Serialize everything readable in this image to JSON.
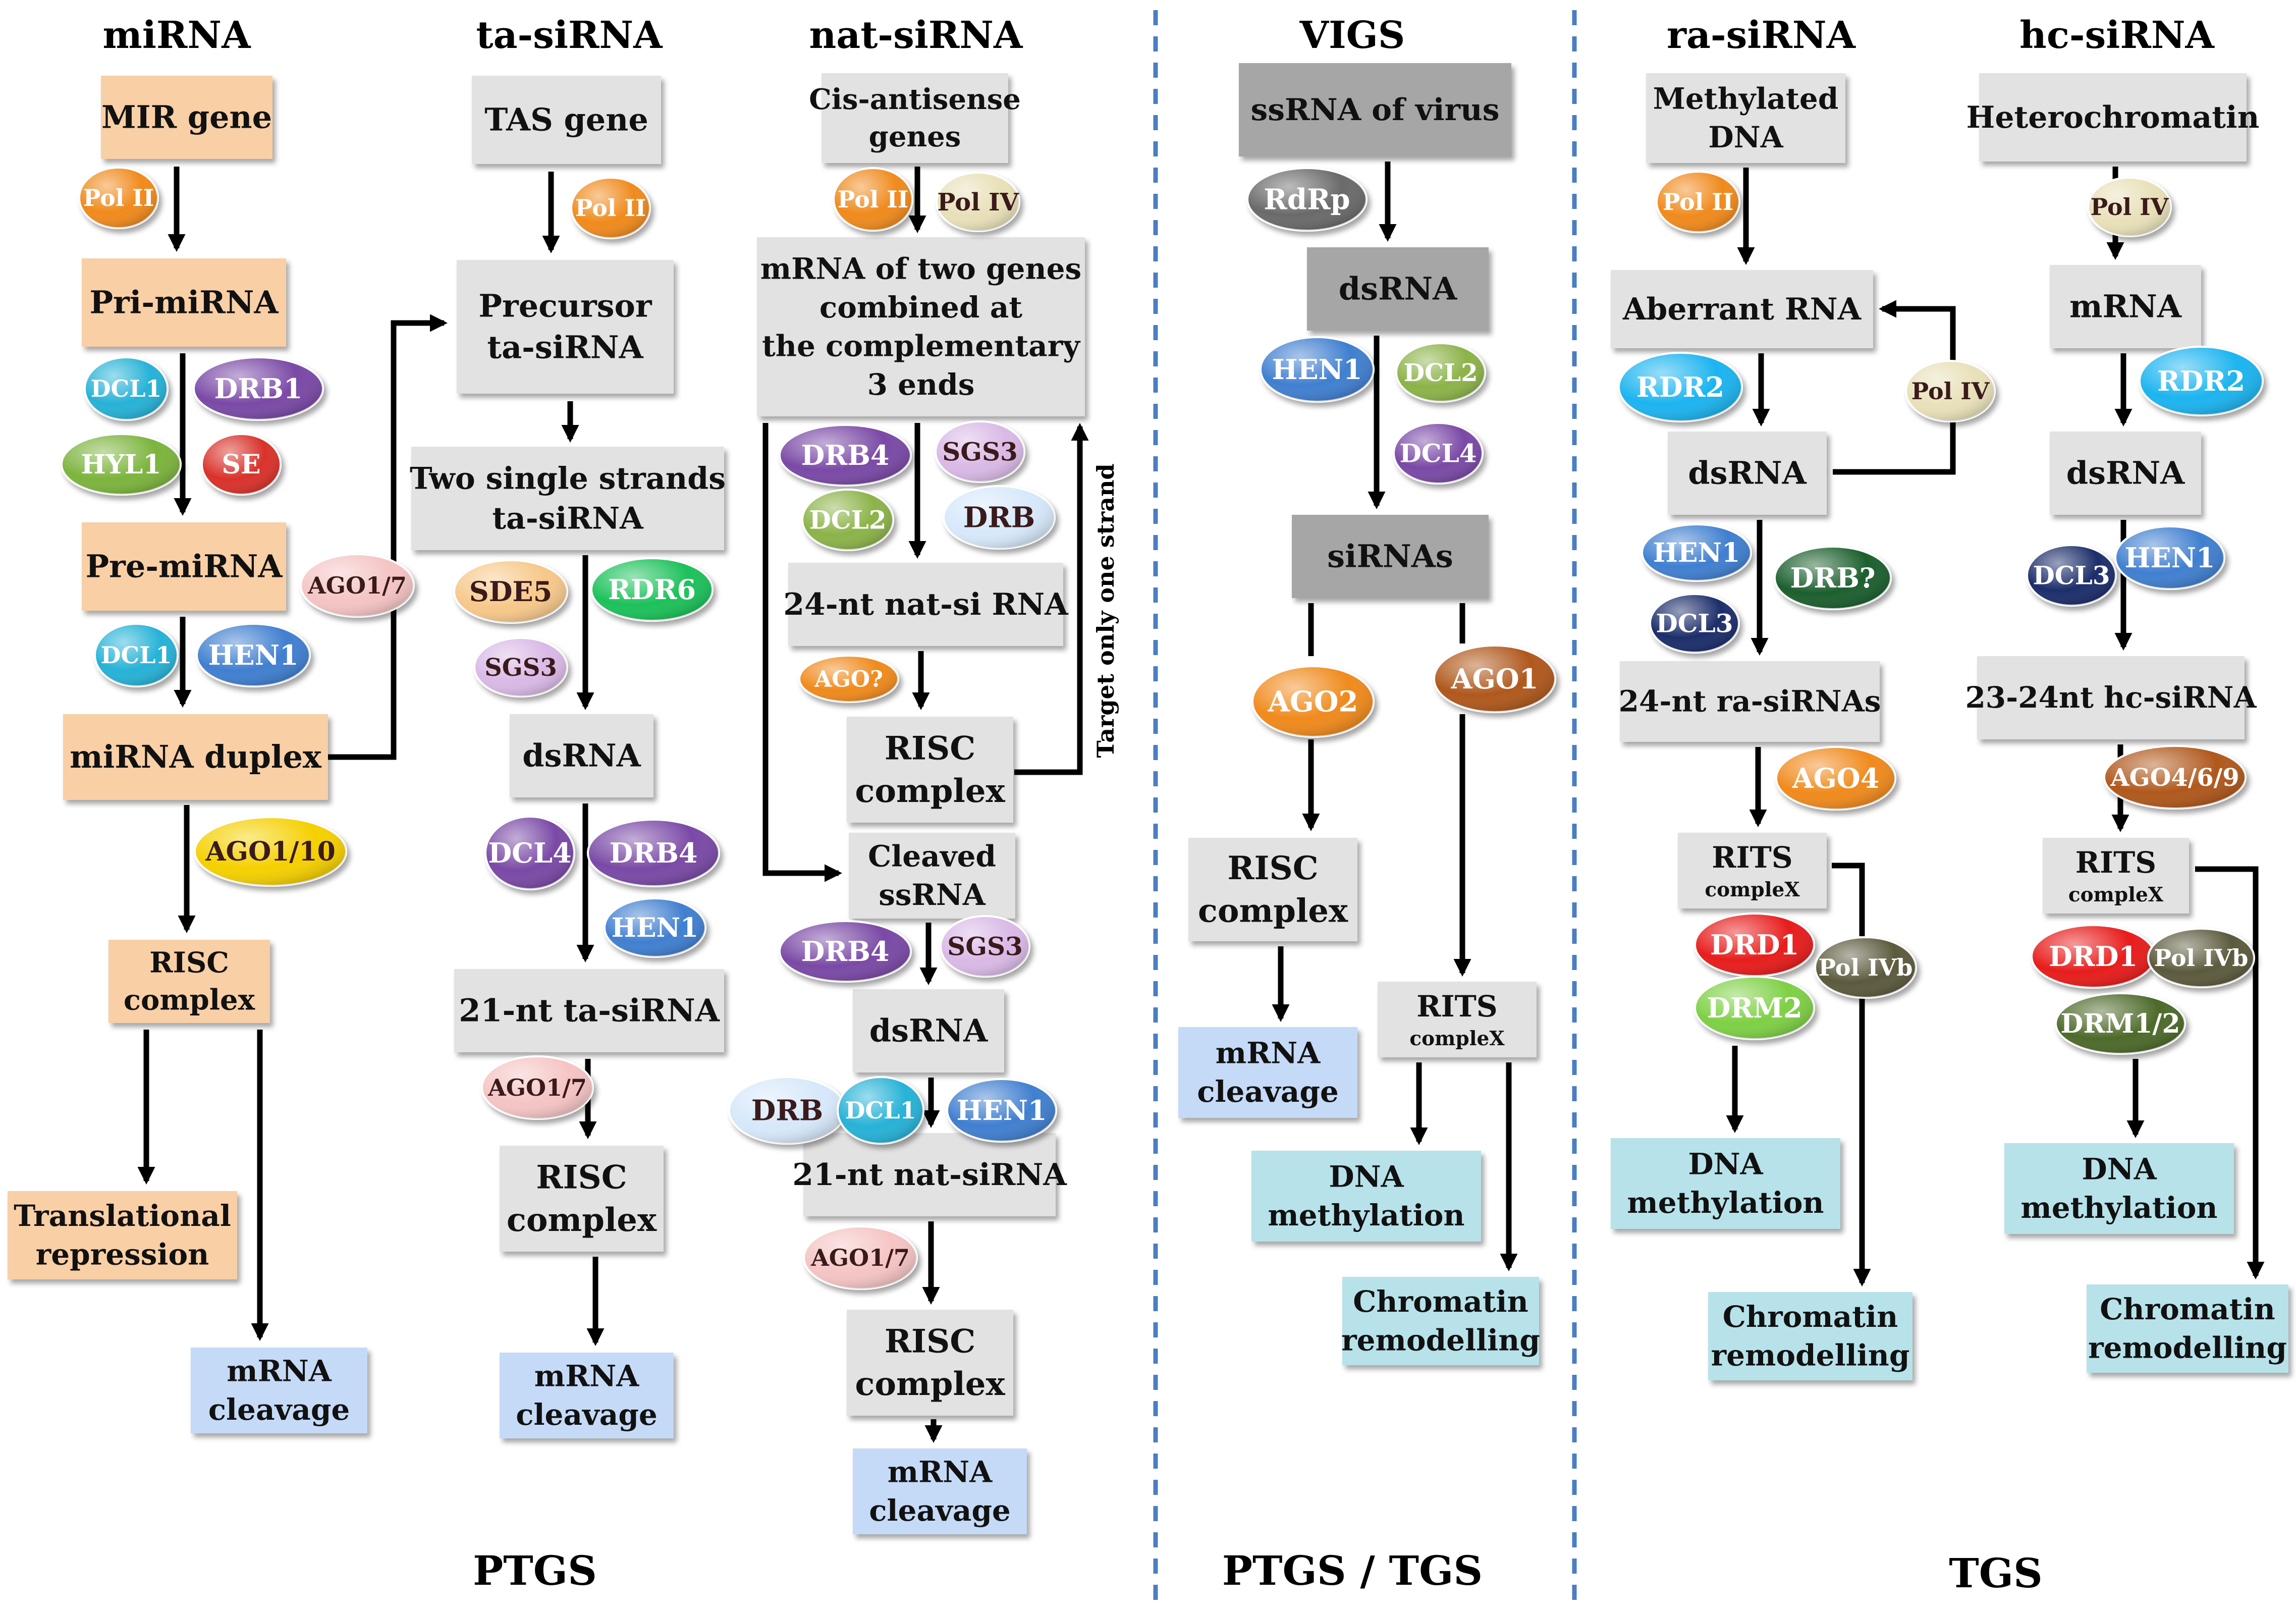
{
  "colors": {
    "mirna_box": "#f9cfa6",
    "gray_box": "#e2e2e2",
    "dark_box": "#a6a6a6",
    "blue_box": "#c5daf7",
    "teal_box": "#b7e2ea",
    "divider": "#4a7ec2",
    "arrow": "#000000"
  },
  "headers": {
    "mirna": "miRNA",
    "tasirna": "ta-siRNA",
    "natsirna": "nat-siRNA",
    "vigs": "VIGS",
    "rasirna": "ra-siRNA",
    "hcsirna": "hc-siRNA"
  },
  "footers": {
    "ptgs": "PTGS",
    "ptgs_tgs": "PTGS / TGS",
    "tgs": "TGS"
  },
  "side_label": "Target only one strand",
  "boxes": {
    "mir_gene": [
      "MIR gene"
    ],
    "pri_mirna": [
      "Pri-miRNA"
    ],
    "pre_mirna": [
      "Pre-miRNA"
    ],
    "mirna_duplex": [
      "miRNA duplex"
    ],
    "mir_risc": [
      "RISC",
      "complex"
    ],
    "mir_transl": [
      "Translational",
      "repression"
    ],
    "mir_cleave": [
      "mRNA",
      "cleavage"
    ],
    "tas_gene": [
      "TAS gene"
    ],
    "tas_precursor": [
      "Precursor",
      "ta-siRNA"
    ],
    "tas_strands": [
      "Two single strands",
      "ta-siRNA"
    ],
    "tas_dsrna": [
      "dsRNA"
    ],
    "tas_21nt": [
      "21-nt ta-siRNA"
    ],
    "tas_risc": [
      "RISC",
      "complex"
    ],
    "tas_cleave": [
      "mRNA",
      "cleavage"
    ],
    "nat_cis": [
      "Cis-antisense",
      "genes"
    ],
    "nat_mrna2": [
      "mRNA of two genes",
      "combined at",
      "the complementary",
      "3 ends"
    ],
    "nat_24nt": [
      "24-nt nat-si RNA"
    ],
    "nat_risc1": [
      "RISC",
      "complex"
    ],
    "nat_cleaved": [
      "Cleaved",
      "ssRNA"
    ],
    "nat_dsrna": [
      "dsRNA"
    ],
    "nat_21nt": [
      "21-nt nat-siRNA"
    ],
    "nat_risc2": [
      "RISC",
      "complex"
    ],
    "nat_cleave": [
      "mRNA",
      "cleavage"
    ],
    "vigs_ssrna": [
      "ssRNA of virus"
    ],
    "vigs_dsrna": [
      "dsRNA"
    ],
    "vigs_sirnas": [
      "siRNAs"
    ],
    "vigs_risc": [
      "RISC",
      "complex"
    ],
    "vigs_cleave": [
      "mRNA",
      "cleavage"
    ],
    "vigs_rits": [
      "RITS",
      "compleX"
    ],
    "vigs_dnameth": [
      "DNA",
      "methylation"
    ],
    "vigs_chrom": [
      "Chromatin",
      "remodelling"
    ],
    "ra_methdna": [
      "Methylated",
      "DNA"
    ],
    "ra_aberrant": [
      "Aberrant RNA"
    ],
    "ra_dsrna": [
      "dsRNA"
    ],
    "ra_24nt": [
      "24-nt ra-siRNAs"
    ],
    "ra_rits": [
      "RITS",
      "compleX"
    ],
    "ra_dnameth": [
      "DNA",
      "methylation"
    ],
    "ra_chrom": [
      "Chromatin",
      "remodelling"
    ],
    "hc_hetero": [
      "Heterochromatin"
    ],
    "hc_mrna": [
      "mRNA"
    ],
    "hc_dsrna": [
      "dsRNA"
    ],
    "hc_2324": [
      "23-24nt hc-siRNA"
    ],
    "hc_rits": [
      "RITS",
      "compleX"
    ],
    "hc_dnameth": [
      "DNA",
      "methylation"
    ],
    "hc_chrom": [
      "Chromatin",
      "remodelling"
    ]
  },
  "ovals": {
    "m_pol2": {
      "text": "Pol II",
      "color": "#f08a1c"
    },
    "m_dcl1a": {
      "text": "DCL1",
      "color": "#27b2d7"
    },
    "m_drb1": {
      "text": "DRB1",
      "color": "#7a4aa6"
    },
    "m_hyl1": {
      "text": "HYL1",
      "color": "#7bb43c"
    },
    "m_se": {
      "text": "SE",
      "color": "#d9312b"
    },
    "m_ago17": {
      "text": "AGO1/7",
      "color": "#f5c4c4"
    },
    "m_dcl1b": {
      "text": "DCL1",
      "color": "#27b2d7"
    },
    "m_hen1": {
      "text": "HEN1",
      "color": "#3f7fd0"
    },
    "m_ago110": {
      "text": "AGO1/10",
      "color": "#f5d000"
    },
    "t_pol2": {
      "text": "Pol II",
      "color": "#f08a1c"
    },
    "t_sde5": {
      "text": "SDE5",
      "color": "#f7c88a"
    },
    "t_rdr6": {
      "text": "RDR6",
      "color": "#1fc15a"
    },
    "t_sgs3": {
      "text": "SGS3",
      "color": "#d9b9e6"
    },
    "t_dcl4": {
      "text": "DCL4",
      "color": "#7a4aa6"
    },
    "t_drb4": {
      "text": "DRB4",
      "color": "#7a4aa6"
    },
    "t_hen1": {
      "text": "HEN1",
      "color": "#3f7fd0"
    },
    "t_ago17": {
      "text": "AGO1/7",
      "color": "#f5c4c4"
    },
    "n_pol2": {
      "text": "Pol II",
      "color": "#f08a1c"
    },
    "n_pol4": {
      "text": "Pol IV",
      "color": "#e8e0b8"
    },
    "n_drb4a": {
      "text": "DRB4",
      "color": "#7a4aa6"
    },
    "n_sgs3a": {
      "text": "SGS3",
      "color": "#d9b9e6"
    },
    "n_dcl2": {
      "text": "DCL2",
      "color": "#8cb34a"
    },
    "n_drba": {
      "text": "DRB",
      "color": "#d6e8fa"
    },
    "n_ago": {
      "text": "AGO?",
      "color": "#f08a1c"
    },
    "n_drb4b": {
      "text": "DRB4",
      "color": "#7a4aa6"
    },
    "n_sgs3b": {
      "text": "SGS3",
      "color": "#d9b9e6"
    },
    "n_drbb": {
      "text": "DRB",
      "color": "#d6e8fa"
    },
    "n_dcl1": {
      "text": "DCL1",
      "color": "#27b2d7"
    },
    "n_hen1": {
      "text": "HEN1",
      "color": "#3f7fd0"
    },
    "n_ago17": {
      "text": "AGO1/7",
      "color": "#f5c4c4"
    },
    "v_rdrp": {
      "text": "RdRp",
      "color": "#6a6a6a"
    },
    "v_hen1": {
      "text": "HEN1",
      "color": "#3f7fd0"
    },
    "v_dcl2": {
      "text": "DCL2",
      "color": "#8cb34a"
    },
    "v_dcl4": {
      "text": "DCL4",
      "color": "#7a4aa6"
    },
    "v_ago2": {
      "text": "AGO2",
      "color": "#f08a1c"
    },
    "v_ago1": {
      "text": "AGO1",
      "color": "#b0581a"
    },
    "r_pol2": {
      "text": "Pol II",
      "color": "#f08a1c"
    },
    "r_rdr2": {
      "text": "RDR2",
      "color": "#1fb4f0"
    },
    "r_pol4": {
      "text": "Pol IV",
      "color": "#e8e0b8"
    },
    "r_hen1": {
      "text": "HEN1",
      "color": "#3f7fd0"
    },
    "r_drbq": {
      "text": "DRB?",
      "color": "#1f5e2e"
    },
    "r_dcl3": {
      "text": "DCL3",
      "color": "#1a2e6b"
    },
    "r_ago4": {
      "text": "AGO4",
      "color": "#f08a1c"
    },
    "r_drd1": {
      "text": "DRD1",
      "color": "#e81e1e"
    },
    "r_pol4b": {
      "text": "Pol IVb",
      "color": "#5c5a3c"
    },
    "r_drm2": {
      "text": "DRM2",
      "color": "#7ed045"
    },
    "h_pol4": {
      "text": "Pol IV",
      "color": "#e8e0b8"
    },
    "h_rdr2": {
      "text": "RDR2",
      "color": "#1fb4f0"
    },
    "h_dcl3": {
      "text": "DCL3",
      "color": "#1a2e6b"
    },
    "h_hen1": {
      "text": "HEN1",
      "color": "#3f7fd0"
    },
    "h_ago469": {
      "text": "AGO4/6/9",
      "color": "#b0581a"
    },
    "h_drd1": {
      "text": "DRD1",
      "color": "#e81e1e"
    },
    "h_pol4b": {
      "text": "Pol IVb",
      "color": "#5c5a3c"
    },
    "h_drm12": {
      "text": "DRM1/2",
      "color": "#4e6a2a"
    }
  }
}
